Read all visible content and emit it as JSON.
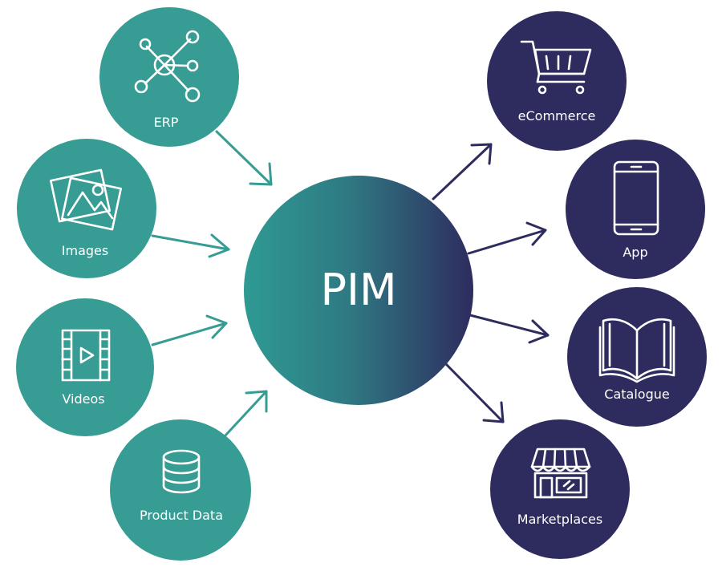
{
  "hub": {
    "label": "PIM"
  },
  "colors": {
    "source": "#369c94",
    "destination": "#2e2c5e",
    "gradient_start": "#2f9a93",
    "gradient_end": "#2e2c5e"
  },
  "sources": [
    {
      "label": "ERP",
      "icon": "network-icon"
    },
    {
      "label": "Images",
      "icon": "images-icon"
    },
    {
      "label": "Videos",
      "icon": "video-icon"
    },
    {
      "label": "Product Data",
      "icon": "database-icon"
    }
  ],
  "destinations": [
    {
      "label": "eCommerce",
      "icon": "shopping-cart-icon"
    },
    {
      "label": "App",
      "icon": "smartphone-icon"
    },
    {
      "label": "Catalogue",
      "icon": "open-book-icon"
    },
    {
      "label": "Marketplaces",
      "icon": "storefront-icon"
    }
  ]
}
